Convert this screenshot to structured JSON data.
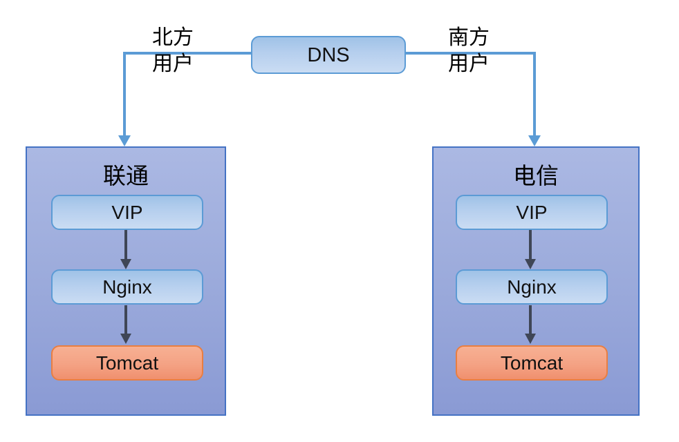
{
  "diagram": {
    "dns_label": "DNS",
    "north_label": "北方\n用户",
    "south_label": "南方\n用户",
    "clusters": [
      {
        "title": "联通",
        "nodes": [
          "VIP",
          "Nginx",
          "Tomcat"
        ]
      },
      {
        "title": "电信",
        "nodes": [
          "VIP",
          "Nginx",
          "Tomcat"
        ]
      }
    ],
    "colors": {
      "connector_blue": "#5b9bd5",
      "inner_arrow_dark": "#3f4656",
      "node_blue_fill_top": "#9fc2e7",
      "node_blue_fill_bottom": "#cadcf3",
      "node_blue_border": "#5b9bd5",
      "tomcat_fill_top": "#f7b093",
      "tomcat_fill_bottom": "#f0906e",
      "tomcat_border": "#e97e41",
      "cluster_fill_top": "#abb8e3",
      "cluster_fill_bottom": "#8a9ad4",
      "cluster_border": "#4472c4",
      "text": "#000000"
    }
  }
}
